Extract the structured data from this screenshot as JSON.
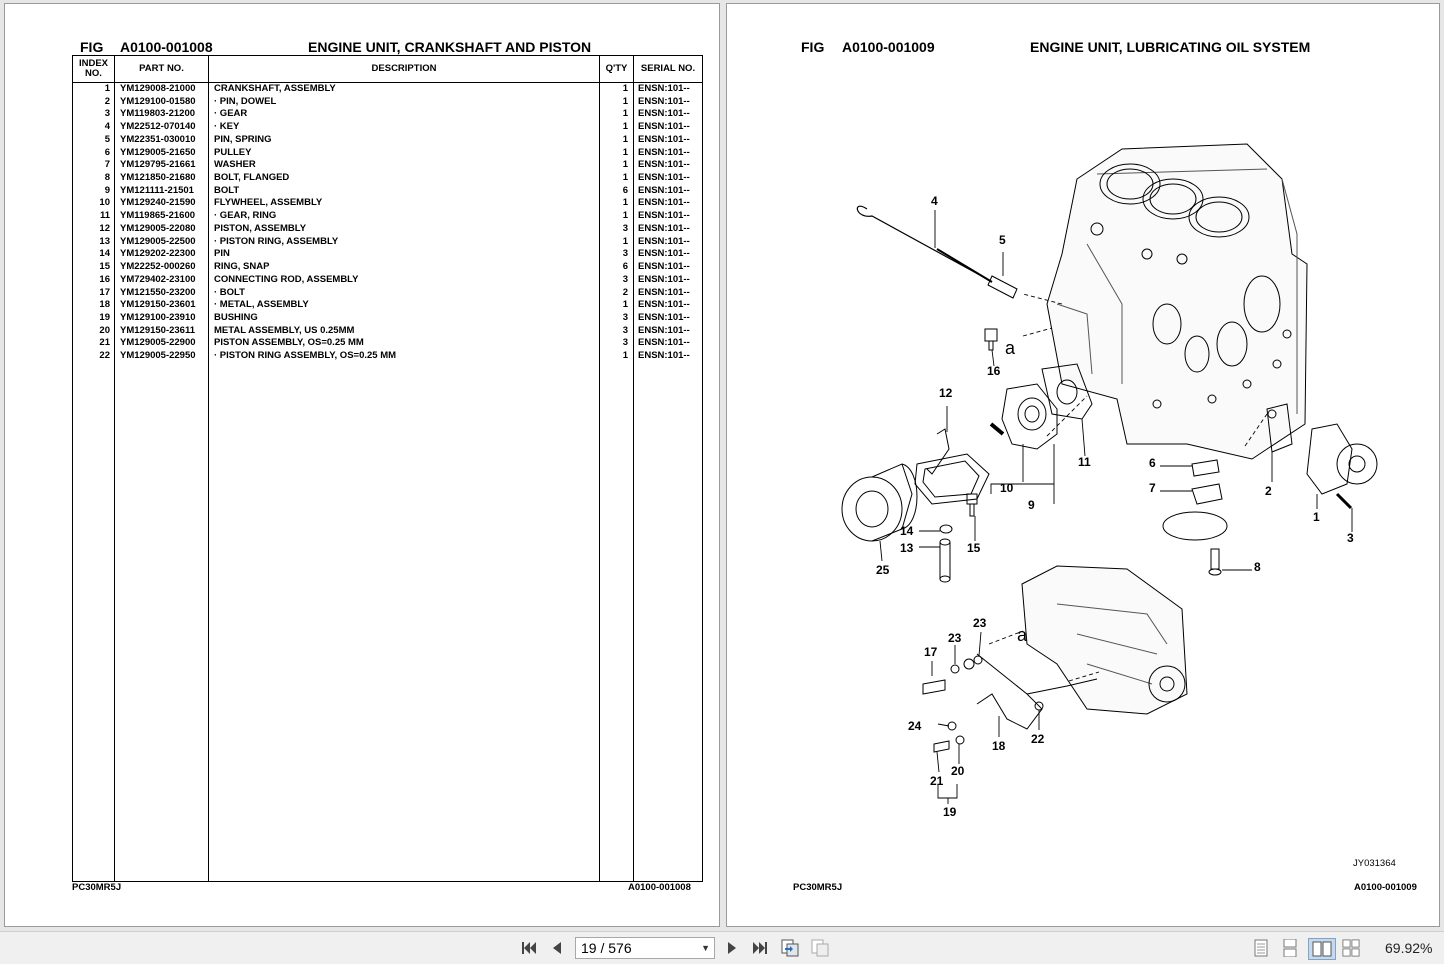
{
  "left": {
    "fig_label": "FIG",
    "fig_number": "A0100-001008",
    "title": "ENGINE UNIT, CRANKSHAFT AND PISTON",
    "columns": [
      "INDEX NO.",
      "PART NO.",
      "DESCRIPTION",
      "Q'TY",
      "SERIAL NO."
    ],
    "rows": [
      {
        "idx": "1",
        "part": "YM129008-21000",
        "desc": "CRANKSHAFT, ASSEMBLY",
        "qty": "1",
        "serial": "ENSN:101--"
      },
      {
        "idx": "2",
        "part": "YM129100-01580",
        "desc": "·  PIN, DOWEL",
        "qty": "1",
        "serial": "ENSN:101--"
      },
      {
        "idx": "3",
        "part": "YM119803-21200",
        "desc": "·  GEAR",
        "qty": "1",
        "serial": "ENSN:101--"
      },
      {
        "idx": "4",
        "part": "YM22512-070140",
        "desc": "·  KEY",
        "qty": "1",
        "serial": "ENSN:101--"
      },
      {
        "idx": "5",
        "part": "YM22351-030010",
        "desc": "PIN, SPRING",
        "qty": "1",
        "serial": "ENSN:101--"
      },
      {
        "idx": "6",
        "part": "YM129005-21650",
        "desc": "PULLEY",
        "qty": "1",
        "serial": "ENSN:101--"
      },
      {
        "idx": "7",
        "part": "YM129795-21661",
        "desc": "WASHER",
        "qty": "1",
        "serial": "ENSN:101--"
      },
      {
        "idx": "8",
        "part": "YM121850-21680",
        "desc": "BOLT, FLANGED",
        "qty": "1",
        "serial": "ENSN:101--"
      },
      {
        "idx": "9",
        "part": "YM121111-21501",
        "desc": "BOLT",
        "qty": "6",
        "serial": "ENSN:101--"
      },
      {
        "idx": "10",
        "part": "YM129240-21590",
        "desc": "FLYWHEEL, ASSEMBLY",
        "qty": "1",
        "serial": "ENSN:101--"
      },
      {
        "idx": "11",
        "part": "YM119865-21600",
        "desc": "·  GEAR, RING",
        "qty": "1",
        "serial": "ENSN:101--"
      },
      {
        "idx": "12",
        "part": "YM129005-22080",
        "desc": "PISTON, ASSEMBLY",
        "qty": "3",
        "serial": "ENSN:101--"
      },
      {
        "idx": "13",
        "part": "YM129005-22500",
        "desc": "·  PISTON RING, ASSEMBLY",
        "qty": "1",
        "serial": "ENSN:101--"
      },
      {
        "idx": "14",
        "part": "YM129202-22300",
        "desc": "PIN",
        "qty": "3",
        "serial": "ENSN:101--"
      },
      {
        "idx": "15",
        "part": "YM22252-000260",
        "desc": "RING, SNAP",
        "qty": "6",
        "serial": "ENSN:101--"
      },
      {
        "idx": "16",
        "part": "YM729402-23100",
        "desc": "CONNECTING ROD, ASSEMBLY",
        "qty": "3",
        "serial": "ENSN:101--"
      },
      {
        "idx": "17",
        "part": "YM121550-23200",
        "desc": "·  BOLT",
        "qty": "2",
        "serial": "ENSN:101--"
      },
      {
        "idx": "18",
        "part": "YM129150-23601",
        "desc": "·  METAL, ASSEMBLY",
        "qty": "1",
        "serial": "ENSN:101--"
      },
      {
        "idx": "19",
        "part": "YM129100-23910",
        "desc": "BUSHING",
        "qty": "3",
        "serial": "ENSN:101--"
      },
      {
        "idx": "20",
        "part": "YM129150-23611",
        "desc": "METAL ASSEMBLY, US 0.25MM",
        "qty": "3",
        "serial": "ENSN:101--"
      },
      {
        "idx": "21",
        "part": "YM129005-22900",
        "desc": "PISTON ASSEMBLY, OS=0.25 MM",
        "qty": "3",
        "serial": "ENSN:101--"
      },
      {
        "idx": "22",
        "part": "YM129005-22950",
        "desc": "·  PISTON RING ASSEMBLY, OS=0.25 MM",
        "qty": "1",
        "serial": "ENSN:101--"
      }
    ],
    "footer_model": "PC30MR5J",
    "footer_fig": "A0100-001008"
  },
  "right": {
    "fig_label": "FIG",
    "fig_number": "A0100-001009",
    "title": "ENGINE UNIT, LUBRICATING OIL SYSTEM",
    "callouts": [
      "1",
      "2",
      "3",
      "4",
      "5",
      "6",
      "7",
      "8",
      "9",
      "10",
      "11",
      "12",
      "13",
      "14",
      "15",
      "16",
      "17",
      "18",
      "19",
      "20",
      "21",
      "22",
      "23",
      "23",
      "24",
      "25",
      "a",
      "a"
    ],
    "drawing_code": "JY031364",
    "footer_model": "PC30MR5J",
    "footer_fig": "A0100-001009"
  },
  "viewer": {
    "page_display": "19 / 576",
    "zoom": "69.92%",
    "icons": [
      "first-page-icon",
      "prev-page-icon",
      "next-page-icon",
      "last-page-icon",
      "previous-view-icon",
      "next-view-icon",
      "single-page-icon",
      "continuous-page-icon",
      "two-page-icon",
      "two-page-continuous-icon"
    ]
  }
}
